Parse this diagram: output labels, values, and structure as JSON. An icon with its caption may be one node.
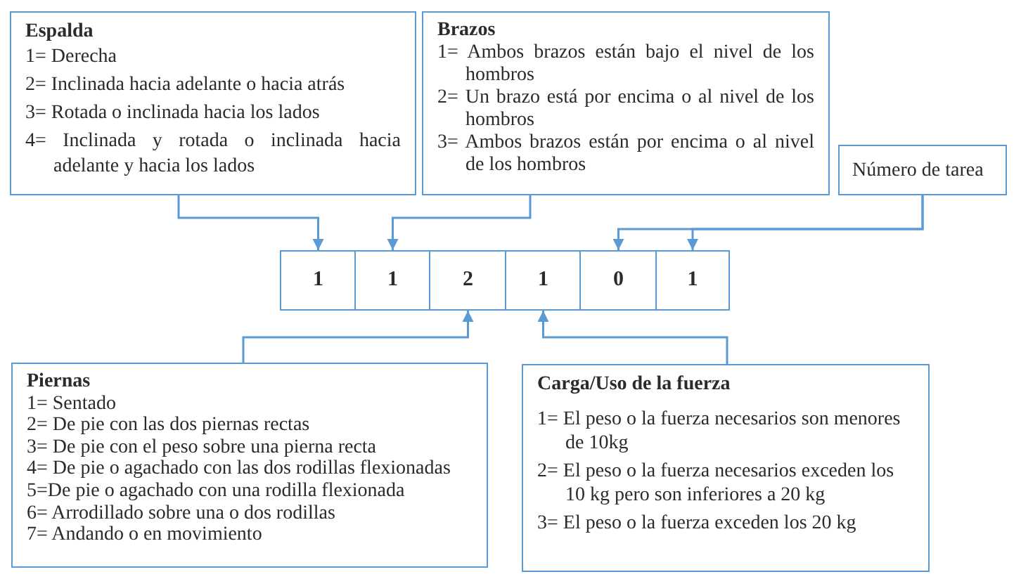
{
  "diagram": {
    "nodes": [
      {
        "text": [
          "Espalda",
          "1= Derecha",
          "2= Inclinada hacia adelante o hacia atrás",
          "3= Rotada o inclinada hacia los lados",
          "4= Inclinada y rotada o inclinada hacia adelante y hacia los lados"
        ]
      },
      {
        "text": [
          "Brazos",
          "1= Ambos brazos están bajo el nivel de los hombros",
          "2= Un brazo está por encima o al nivel de los hombros",
          "3= Ambos brazos están por encima o al nivel de los hombros"
        ]
      },
      {
        "text": [
          "Número de tarea"
        ]
      },
      {
        "text": [
          "1"
        ]
      },
      {
        "text": [
          "1"
        ]
      },
      {
        "text": [
          "2"
        ]
      },
      {
        "text": [
          "1"
        ]
      },
      {
        "text": [
          "0"
        ]
      },
      {
        "text": [
          "1"
        ]
      },
      {
        "text": [
          "Piernas",
          "1= Sentado",
          "2= De pie con las dos piernas rectas",
          "3= De pie con el peso sobre una pierna recta",
          "4= De pie o agachado con las dos rodillas flexionadas",
          "5=De pie o agachado con una rodilla flexionada",
          "6= Arrodillado sobre una o dos rodillas",
          "7= Andando o en movimiento"
        ]
      },
      {
        "text": [
          "Carga/Uso de la fuerza",
          "1= El peso o la fuerza necesarios son menores de 10kg",
          "2= El peso o la fuerza necesarios exceden los 10 kg pero son inferiores a 20 kg",
          "3= El peso o la fuerza exceden los 20 kg"
        ]
      }
    ],
    "edges": [
      {
        "from": 0,
        "to": 3,
        "arrow": "to"
      },
      {
        "from": 1,
        "to": 4,
        "arrow": "to"
      },
      {
        "from": 2,
        "to": 7,
        "arrow": "to"
      },
      {
        "from": 2,
        "to": 8,
        "arrow": "to"
      },
      {
        "from": 9,
        "to": 5,
        "arrow": "to"
      },
      {
        "from": 10,
        "to": 6,
        "arrow": "to"
      }
    ]
  }
}
